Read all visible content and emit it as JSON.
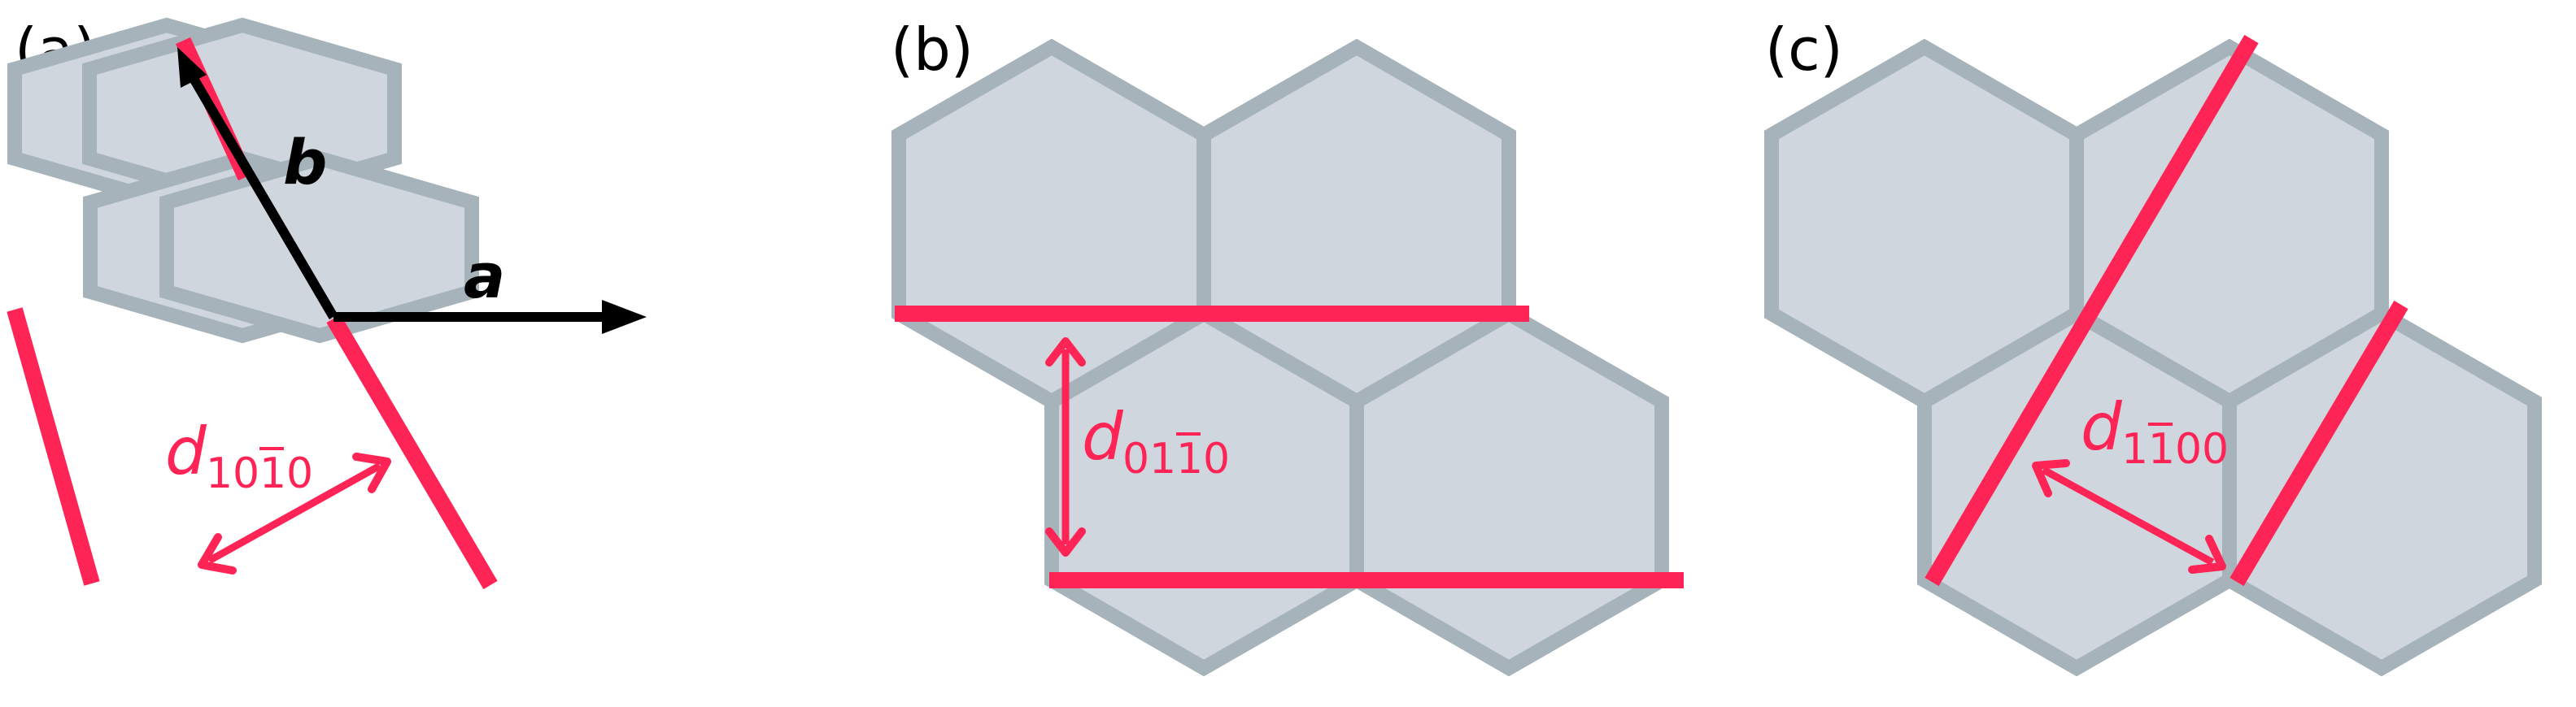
{
  "panels": [
    {
      "label": "(a)",
      "vector_a": "a",
      "vector_b": "b",
      "spacing": {
        "symbol": "d",
        "index": [
          "1",
          "0",
          "1",
          "0"
        ],
        "barred": [
          2
        ]
      }
    },
    {
      "label": "(b)",
      "spacing": {
        "symbol": "d",
        "index": [
          "0",
          "1",
          "1",
          "0"
        ],
        "barred": [
          2
        ]
      }
    },
    {
      "label": "(c)",
      "spacing": {
        "symbol": "d",
        "index": [
          "1",
          "1",
          "0",
          "0"
        ],
        "barred": [
          1
        ]
      }
    }
  ],
  "colors": {
    "hex_fill": "#cfd6de",
    "hex_stroke": "#a6b3bb",
    "plane_line": "#ff2456",
    "lattice_vector": "#000000"
  },
  "icons": [
    "arrow-icon"
  ]
}
